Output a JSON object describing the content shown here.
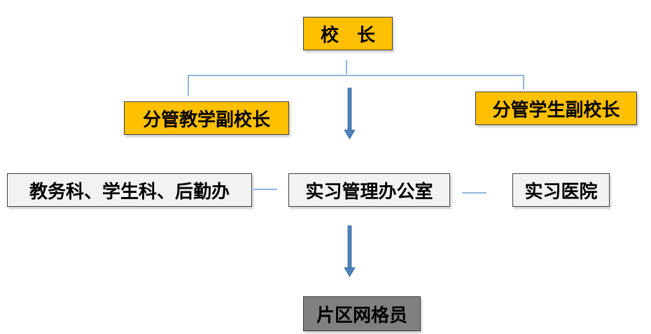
{
  "colors": {
    "gold": "#FFC000",
    "light": "#F2F2F2",
    "gray": "#808080",
    "connector": "#6E9ECF",
    "arrow": "#4F81BD"
  },
  "nodes": {
    "principal": "校　长",
    "vp_teaching": "分管教学副校长",
    "vp_student": "分管学生副校长",
    "depts": "教务科、学生科、后勤办",
    "office": "实习管理办公室",
    "hospital": "实习医院",
    "grid": "片区网格员"
  }
}
